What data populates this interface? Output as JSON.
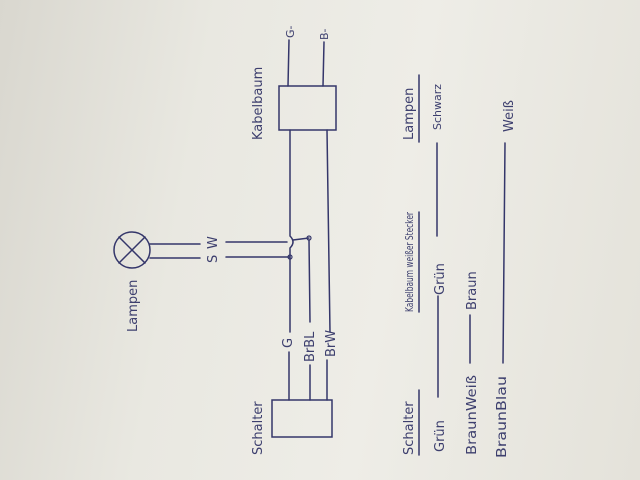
{
  "diagram": {
    "lamp_label": "Lampen",
    "switch_label": "Schalter",
    "harness_label": "Kabelbaum",
    "lamp_wire_labels": [
      "S",
      "W"
    ],
    "switch_wire_labels": [
      "G",
      "BrBL",
      "BrW"
    ],
    "harness_wire_labels": [
      "G-",
      "B-"
    ]
  },
  "table": {
    "headers": [
      "Schalter",
      "Kabelbaum weißer Stecker",
      "Lampen"
    ],
    "rows": [
      {
        "schalter": "Grün",
        "kabelbaum": "Grün",
        "lampen": "Schwarz"
      },
      {
        "schalter": "BraunWeiß",
        "kabelbaum": "Braun",
        "lampen": ""
      },
      {
        "schalter": "BraunBlau",
        "kabelbaum": "",
        "lampen": "Weiß"
      }
    ]
  },
  "colors": {
    "ink": "#34366a",
    "paper": "#e9e8e1"
  }
}
